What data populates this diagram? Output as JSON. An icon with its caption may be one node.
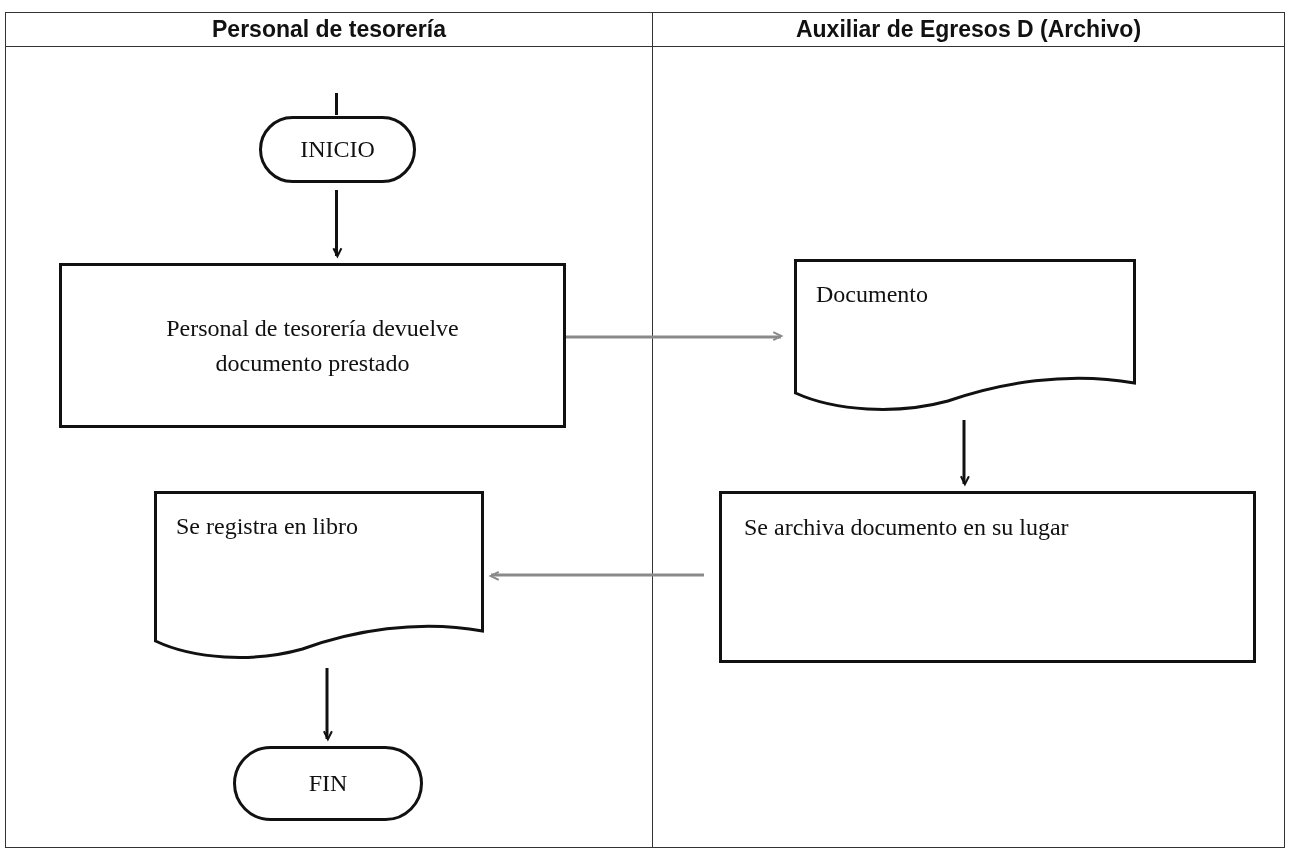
{
  "diagram": {
    "nodes": [
      {
        "text": [
          "Personal de tesorería"
        ]
      },
      {
        "text": [
          "Auxiliar de Egresos D (Archivo)"
        ]
      },
      {
        "text": [
          "INICIO"
        ],
        "in": 0
      },
      {
        "text": [
          "Personal de tesorería devuelve documento prestado"
        ],
        "in": 0
      },
      {
        "text": [
          "Documento"
        ],
        "in": 1
      },
      {
        "text": [
          "Se archiva documento en su lugar"
        ],
        "in": 1
      },
      {
        "text": [
          "Se registra en libro"
        ],
        "in": 0
      },
      {
        "text": [
          "FIN"
        ],
        "in": 0
      }
    ],
    "edges": [
      {
        "from": null,
        "to": 2,
        "arrow": "none"
      },
      {
        "from": 2,
        "to": 3,
        "arrow": "to"
      },
      {
        "from": 3,
        "to": 4,
        "arrow": "to",
        "color": "#8a8a8a"
      },
      {
        "from": 4,
        "to": 5,
        "arrow": "to"
      },
      {
        "from": 5,
        "to": 6,
        "arrow": "to",
        "color": "#8a8a8a"
      },
      {
        "from": 6,
        "to": 7,
        "arrow": "to"
      }
    ]
  }
}
